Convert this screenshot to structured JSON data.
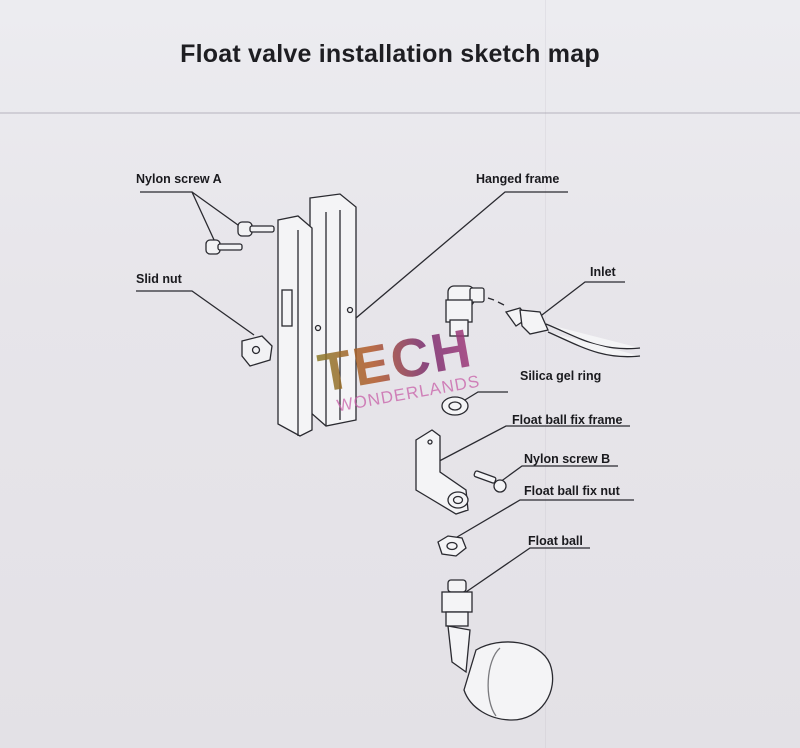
{
  "title": "Float valve installation sketch map",
  "labels": {
    "nylon_screw_a": "Nylon screw A",
    "hanged_frame": "Hanged frame",
    "slid_nut": "Slid nut",
    "inlet": "Inlet",
    "silica_gel_ring": "Silica gel ring",
    "float_ball_fix_frame": "Float ball fix frame",
    "nylon_screw_b": "Nylon screw B",
    "float_ball_fix_nut": "Float ball fix nut",
    "float_ball": "Float ball"
  },
  "watermark": {
    "main": "TECH",
    "sub": "WONDERLANDS"
  }
}
